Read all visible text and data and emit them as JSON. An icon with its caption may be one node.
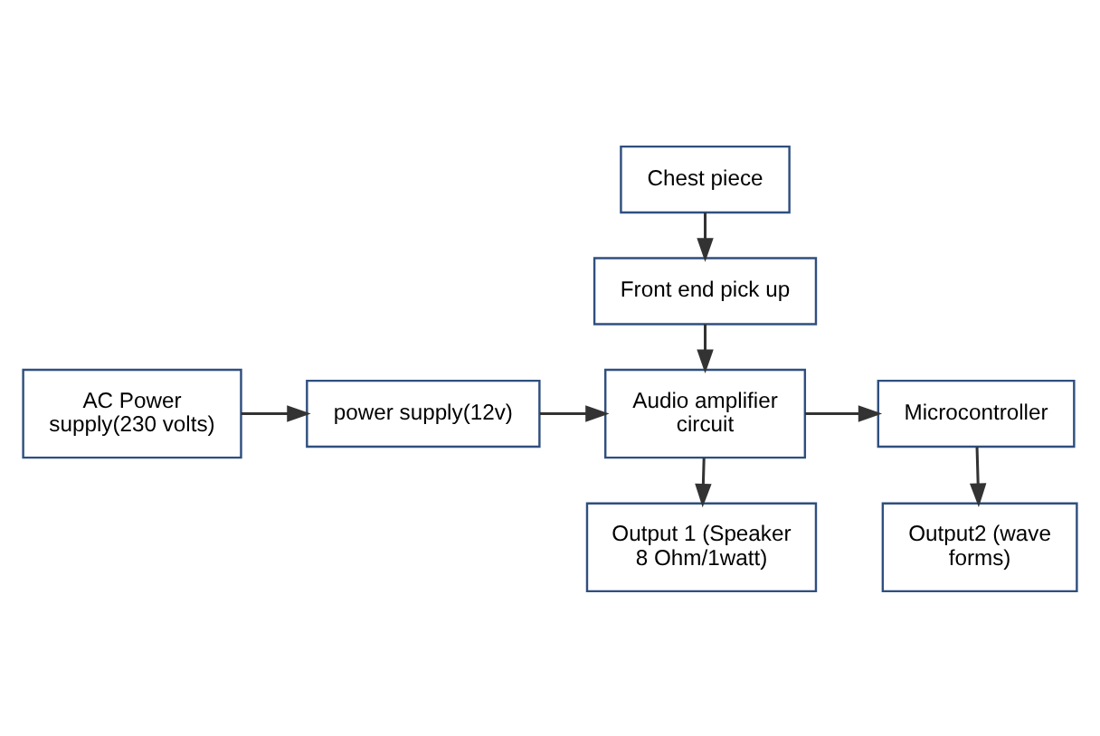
{
  "diagram": {
    "nodes": [
      {
        "text": [
          "AC Power supply(230 volts)"
        ]
      },
      {
        "text": [
          "Chest piece"
        ]
      },
      {
        "text": [
          "Front end pick up"
        ]
      },
      {
        "text": [
          "power supply(12v)"
        ]
      },
      {
        "text": [
          "Audio amplifier circuit"
        ]
      },
      {
        "text": [
          "Microcontroller"
        ]
      },
      {
        "text": [
          "Output 1 (Speaker 8 Ohm/1watt)"
        ]
      },
      {
        "text": [
          "Output2 (wave forms)"
        ]
      }
    ],
    "edges": [
      {
        "from": 1,
        "to": 2,
        "arrow": "to"
      },
      {
        "from": 2,
        "to": 4,
        "arrow": "to"
      },
      {
        "from": 0,
        "to": 3,
        "arrow": "to"
      },
      {
        "from": 3,
        "to": 4,
        "arrow": "to"
      },
      {
        "from": 4,
        "to": 5,
        "arrow": "to"
      },
      {
        "from": 4,
        "to": 6,
        "arrow": "to"
      },
      {
        "from": 5,
        "to": 7,
        "arrow": "to"
      }
    ]
  }
}
